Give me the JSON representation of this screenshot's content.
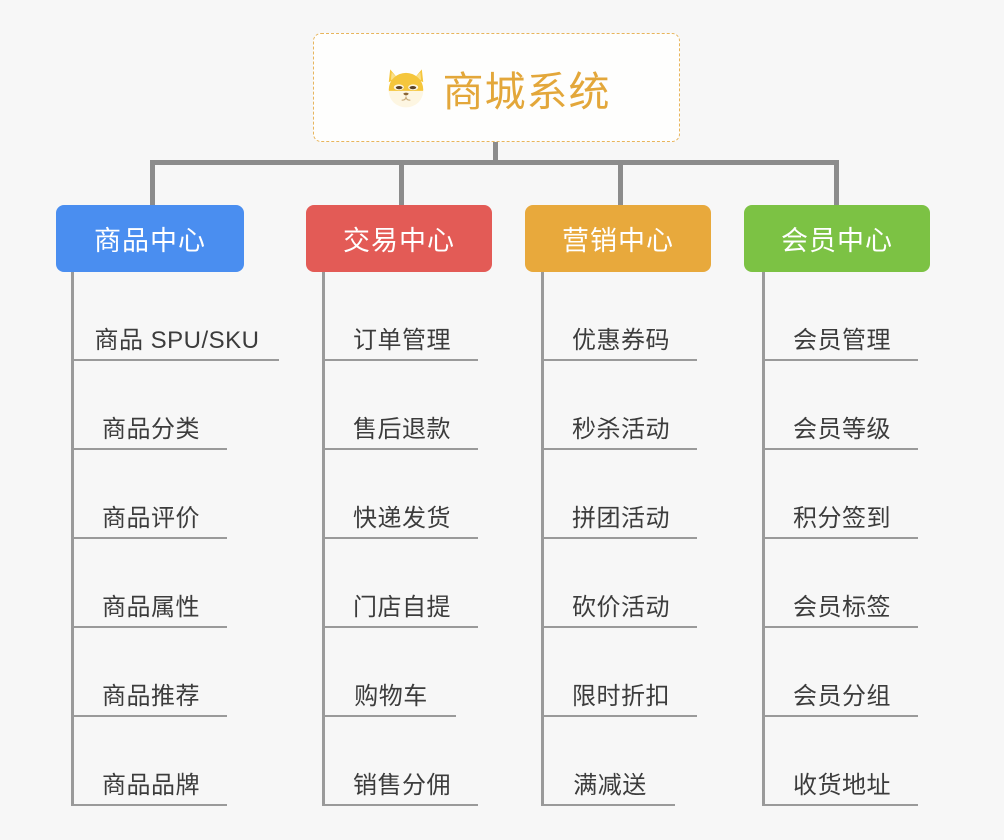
{
  "page": {
    "background_color": "#f7f7f7",
    "diagram_type": "org-tree"
  },
  "root": {
    "icon": "shiba-dog-face-icon",
    "title": "商城系统",
    "title_color": "#e3a73a",
    "border_color": "#e8b55c",
    "background_color": "#fefefd"
  },
  "connector": {
    "color": "#8c8c8c"
  },
  "columns": [
    {
      "id": "product-center",
      "label": "商品中心",
      "color": "#4a8ef0",
      "items": [
        "商品 SPU/SKU",
        "商品分类",
        "商品评价",
        "商品属性",
        "商品推荐",
        "商品品牌"
      ]
    },
    {
      "id": "trade-center",
      "label": "交易中心",
      "color": "#e35b56",
      "items": [
        "订单管理",
        "售后退款",
        "快递发货",
        "门店自提",
        "购物车",
        "销售分佣"
      ]
    },
    {
      "id": "marketing-center",
      "label": "营销中心",
      "color": "#e8a93c",
      "items": [
        "优惠券码",
        "秒杀活动",
        "拼团活动",
        "砍价活动",
        "限时折扣",
        "满减送"
      ]
    },
    {
      "id": "member-center",
      "label": "会员中心",
      "color": "#7cc244",
      "items": [
        "会员管理",
        "会员等级",
        "积分签到",
        "会员标签",
        "会员分组",
        "收货地址"
      ]
    }
  ]
}
